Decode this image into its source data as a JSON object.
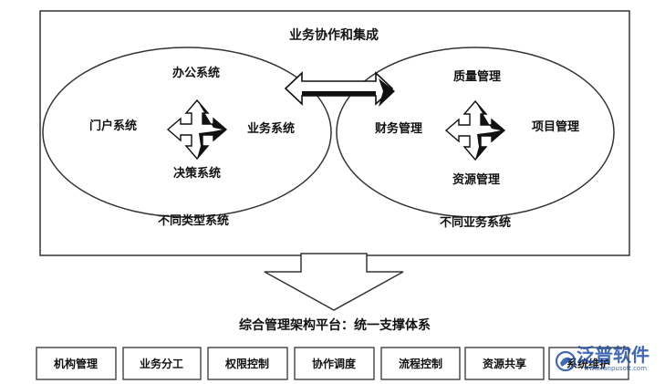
{
  "diagram": {
    "title": "业务协作和集成",
    "left_group": {
      "top": "办公系统",
      "left": "门户系统",
      "right": "业务系统",
      "bottom": "决策系统",
      "caption": "不同类型系统"
    },
    "right_group": {
      "top": "质量管理",
      "left": "财务管理",
      "right": "项目管理",
      "bottom": "资源管理",
      "caption": "不同业务系统"
    },
    "platform_title": "综合管理架构平台：统一支撑体系",
    "modules": [
      "机构管理",
      "业务分工",
      "权限控制",
      "协作调度",
      "流程控制",
      "资源共享",
      "系统维护"
    ]
  },
  "watermark": {
    "brand": "泛普软件",
    "url": "www.fanpusoft.com"
  },
  "colors": {
    "line": "#333333",
    "arrow_fill": "#111111",
    "watermark": "#1f4ea8"
  }
}
